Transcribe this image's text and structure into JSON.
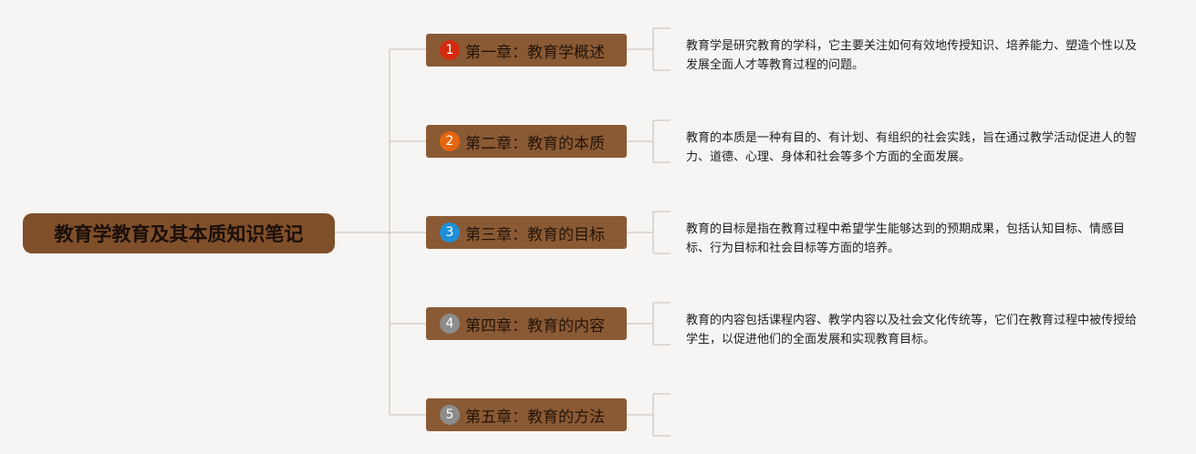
{
  "root": {
    "title": "教育学教育及其本质知识笔记"
  },
  "chapters": [
    {
      "num": "1",
      "title": "第一章：教育学概述",
      "color": "#d42a10",
      "description": "教育学是研究教育的学科，它主要关注如何有效地传授知识、培养能力、塑造个性以及发展全面人才等教育过程的问题。"
    },
    {
      "num": "2",
      "title": "第二章：教育的本质",
      "color": "#e7650e",
      "description": "教育的本质是一种有目的、有计划、有组织的社会实践，旨在通过教学活动促进人的智力、道德、心理、身体和社会等多个方面的全面发展。"
    },
    {
      "num": "3",
      "title": "第三章：教育的目标",
      "color": "#1e8fd6",
      "description": "教育的目标是指在教育过程中希望学生能够达到的预期成果，包括认知目标、情感目标、行为目标和社会目标等方面的培养。"
    },
    {
      "num": "4",
      "title": "第四章：教育的内容",
      "color": "#8c8c8c",
      "description": "教育的内容包括课程内容、教学内容以及社会文化传统等，它们在教育过程中被传授给学生，以促进他们的全面发展和实现教育目标。"
    },
    {
      "num": "5",
      "title": "第五章：教育的方法",
      "color": "#8c8c8c",
      "description": ""
    }
  ]
}
